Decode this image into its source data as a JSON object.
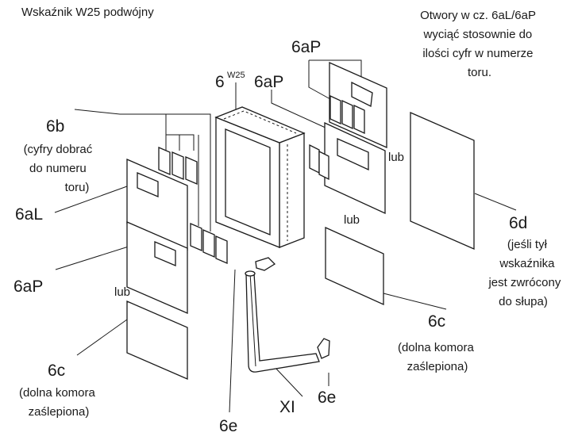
{
  "title": "Wskaźnik W25 podwójny",
  "note_top_right": [
    "Otwory w cz. 6aL/6aP",
    "wyciąć stosownie do",
    "ilości cyfr w numerze",
    "toru."
  ],
  "labels": {
    "l_6aP_top": "6aP",
    "l_6w25_main": "6",
    "l_6w25_sup": "W25",
    "l_6aP_mid": "6aP",
    "l_6b": "6b",
    "l_6b_note": [
      "(cyfry dobrać",
      "do numeru",
      "toru)"
    ],
    "l_6aL": "6aL",
    "l_6aP_left": "6aP",
    "l_lub_left": "lub",
    "l_6c_left": "6c",
    "l_6c_left_note": [
      "(dolna komora",
      "zaślepiona)"
    ],
    "l_lub_right_top": "lub",
    "l_lub_center": "lub",
    "l_6d": "6d",
    "l_6d_note": [
      "(jeśli tył",
      "wskaźnika",
      "jest zwrócony",
      "do słupa)"
    ],
    "l_6c_right": "6c",
    "l_6c_right_note": [
      "(dolna komora",
      "zaślepiona)"
    ],
    "l_6e_right": "6e",
    "l_xi": "XI",
    "l_6e_bottom": "6e"
  }
}
